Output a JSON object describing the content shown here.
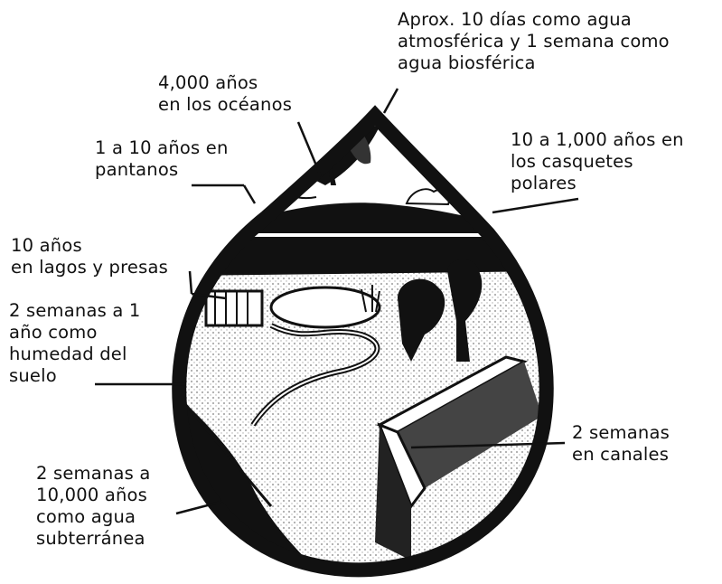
{
  "labels": {
    "atmosphere": [
      "Aprox. 10 días como agua",
      "atmosférica y 1 semana como",
      "agua biosférica"
    ],
    "oceans": [
      "4,000 años",
      "en los océanos"
    ],
    "swamps": [
      "1 a 10 años en",
      "pantanos"
    ],
    "ice": [
      "10 a 1,000 años en",
      "los casquetes",
      "polares"
    ],
    "lakes": [
      "10 años",
      "en lagos y presas"
    ],
    "soil": [
      "2 semanas a 1",
      "año como",
      "humedad del",
      "suelo"
    ],
    "canals": [
      "2 semanas",
      "en canales"
    ],
    "groundwater": [
      "2 semanas a",
      "10,000 años",
      "como agua",
      "subterránea"
    ]
  },
  "colors": {
    "ink": "#111111",
    "background": "#ffffff"
  }
}
